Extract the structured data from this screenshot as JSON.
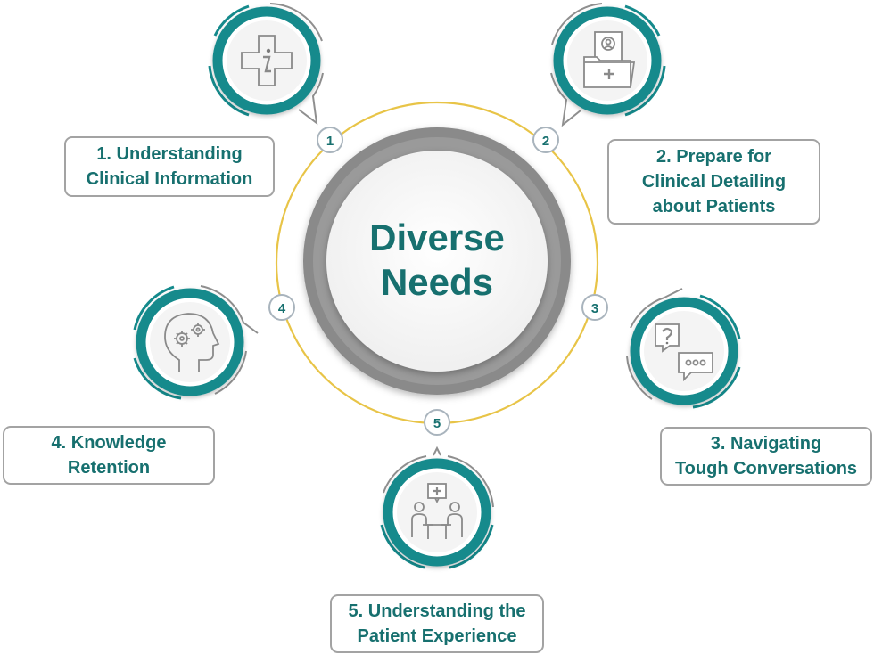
{
  "center": {
    "line1": "Diverse",
    "line2": "Needs"
  },
  "colors": {
    "teal": "#17706f",
    "teal_ring": "#148a8c",
    "gray_ring": "#8f8f8f",
    "gold_ring": "#e8c447",
    "label_border": "#a3a3a3"
  },
  "nodes": [
    {
      "number": "1",
      "icon": "medical-info-cross-icon",
      "lines": [
        "1. Understanding",
        "Clinical Information"
      ]
    },
    {
      "number": "2",
      "icon": "patient-file-folder-icon",
      "lines": [
        "2. Prepare for",
        "Clinical Detailing",
        "about Patients"
      ]
    },
    {
      "number": "3",
      "icon": "question-speech-bubbles-icon",
      "lines": [
        "3. Navigating",
        "Tough Conversations"
      ]
    },
    {
      "number": "4",
      "icon": "head-gears-icon",
      "lines": [
        "4. Knowledge",
        "Retention"
      ]
    },
    {
      "number": "5",
      "icon": "doctor-patient-consultation-icon",
      "lines": [
        "5. Understanding the",
        "Patient Experience"
      ]
    }
  ]
}
